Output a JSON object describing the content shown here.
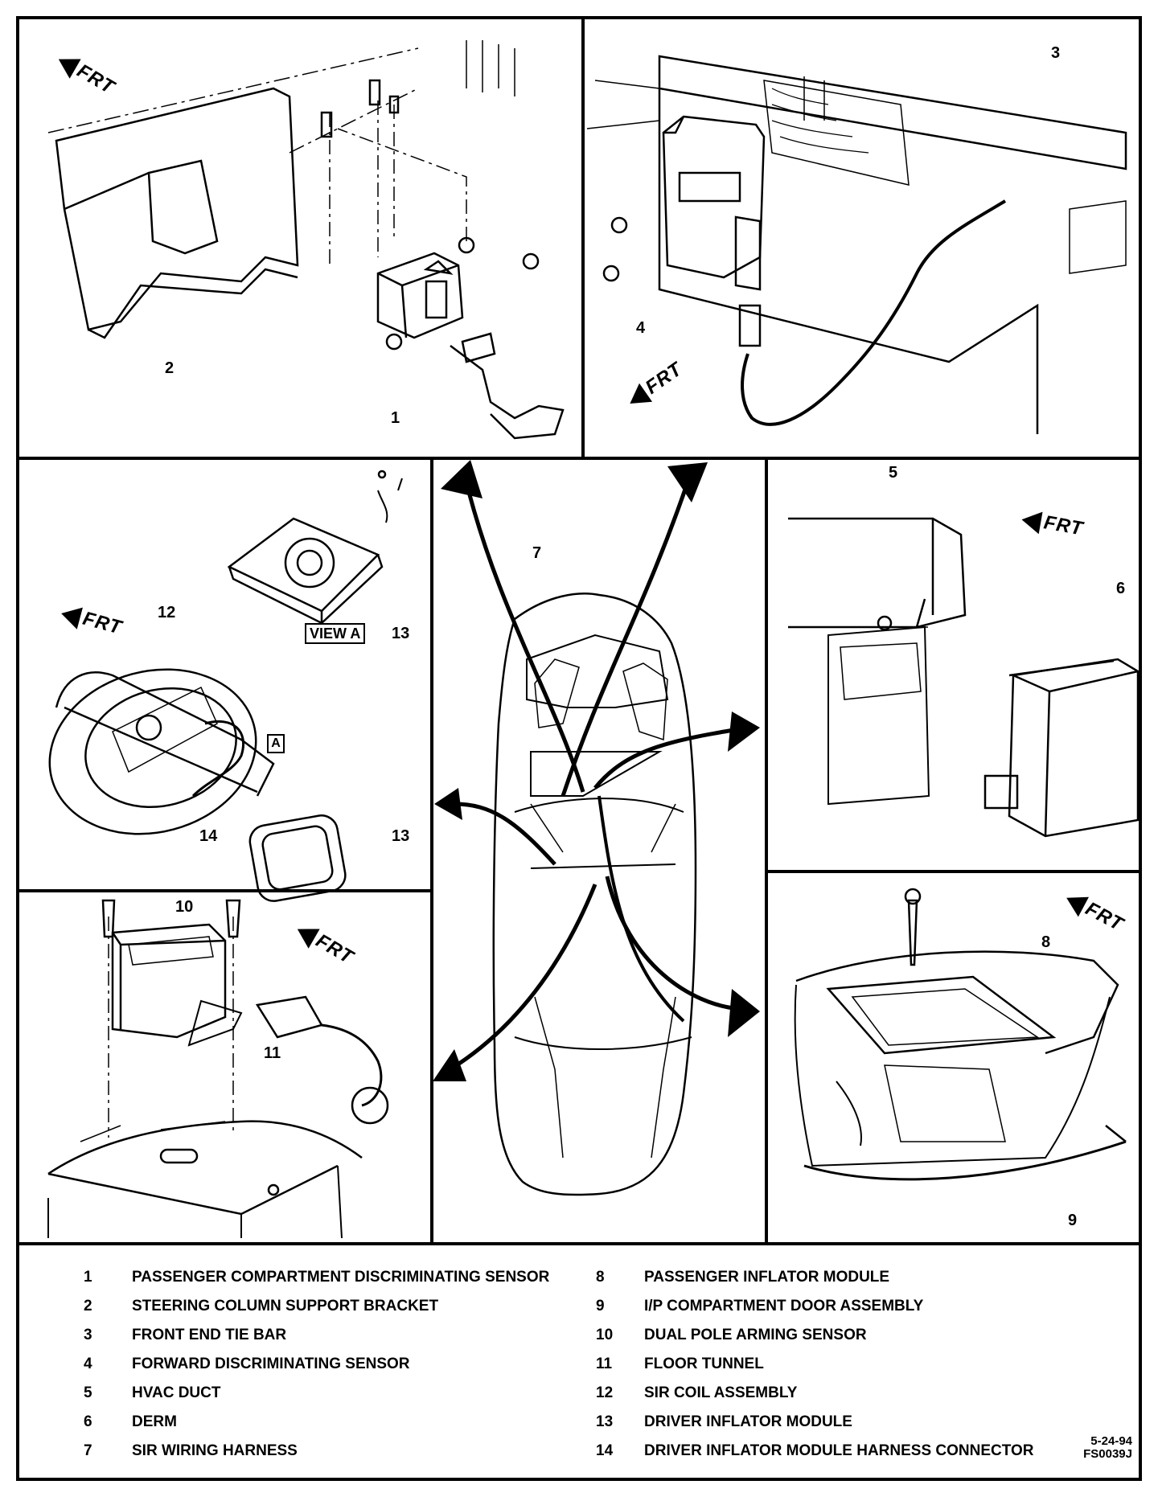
{
  "frt_label": "FRT",
  "view_a_label": "VIEW A",
  "box_a_label": "A",
  "callouts": {
    "c1": "1",
    "c2": "2",
    "c3": "3",
    "c4": "4",
    "c5": "5",
    "c6": "6",
    "c7": "7",
    "c8": "8",
    "c9": "9",
    "c10": "10",
    "c11": "11",
    "c12": "12",
    "c13a": "13",
    "c13b": "13",
    "c14": "14"
  },
  "legend": {
    "left": [
      {
        "num": "1",
        "text": "PASSENGER COMPARTMENT DISCRIMINATING SENSOR"
      },
      {
        "num": "2",
        "text": "STEERING COLUMN SUPPORT BRACKET"
      },
      {
        "num": "3",
        "text": "FRONT END TIE BAR"
      },
      {
        "num": "4",
        "text": "FORWARD DISCRIMINATING SENSOR"
      },
      {
        "num": "5",
        "text": "HVAC DUCT"
      },
      {
        "num": "6",
        "text": "DERM"
      },
      {
        "num": "7",
        "text": "SIR WIRING HARNESS"
      }
    ],
    "right": [
      {
        "num": "8",
        "text": "PASSENGER INFLATOR MODULE"
      },
      {
        "num": "9",
        "text": "I/P COMPARTMENT DOOR ASSEMBLY"
      },
      {
        "num": "10",
        "text": "DUAL POLE ARMING SENSOR"
      },
      {
        "num": "11",
        "text": "FLOOR TUNNEL"
      },
      {
        "num": "12",
        "text": "SIR COIL ASSEMBLY"
      },
      {
        "num": "13",
        "text": "DRIVER INFLATOR MODULE"
      },
      {
        "num": "14",
        "text": "DRIVER INFLATOR MODULE HARNESS CONNECTOR"
      }
    ]
  },
  "stamp": {
    "date": "5-24-94",
    "code": "FS0039J"
  }
}
